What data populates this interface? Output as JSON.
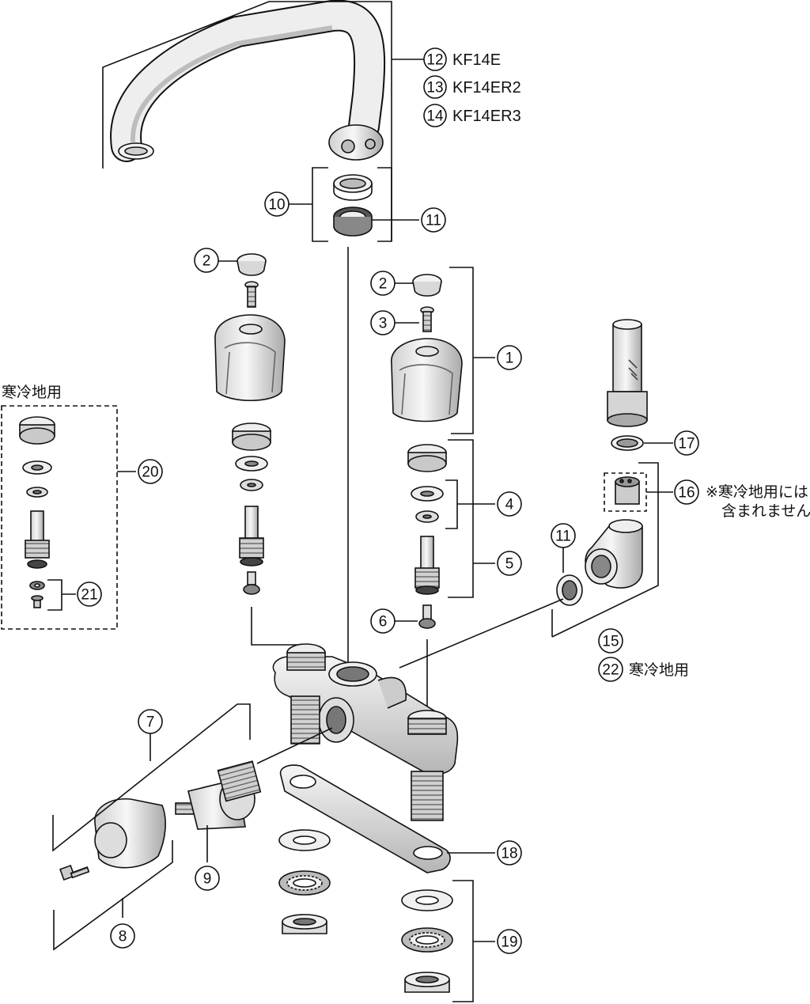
{
  "diagram": {
    "callouts": {
      "c1": "1",
      "c2a": "2",
      "c2b": "2",
      "c3": "3",
      "c4": "4",
      "c5": "5",
      "c6": "6",
      "c7": "7",
      "c8": "8",
      "c9": "9",
      "c10": "10",
      "c11a": "11",
      "c11b": "11",
      "c12": "12",
      "c13": "13",
      "c14": "14",
      "c15": "15",
      "c16": "16",
      "c17": "17",
      "c18": "18",
      "c19": "19",
      "c20": "20",
      "c21": "21",
      "c22": "22"
    },
    "spout_models": [
      "KF14E",
      "KF14ER2",
      "KF14ER3"
    ],
    "cold_region_header": "寒冷地用",
    "note_16_line1": "※寒冷地用には",
    "note_16_line2": "含まれません",
    "label_22": "寒冷地用",
    "colors": {
      "line": "#111111",
      "fill_light": "#e6e6e6",
      "fill_mid": "#bdbdbd",
      "fill_dark": "#8a8a8a"
    }
  }
}
